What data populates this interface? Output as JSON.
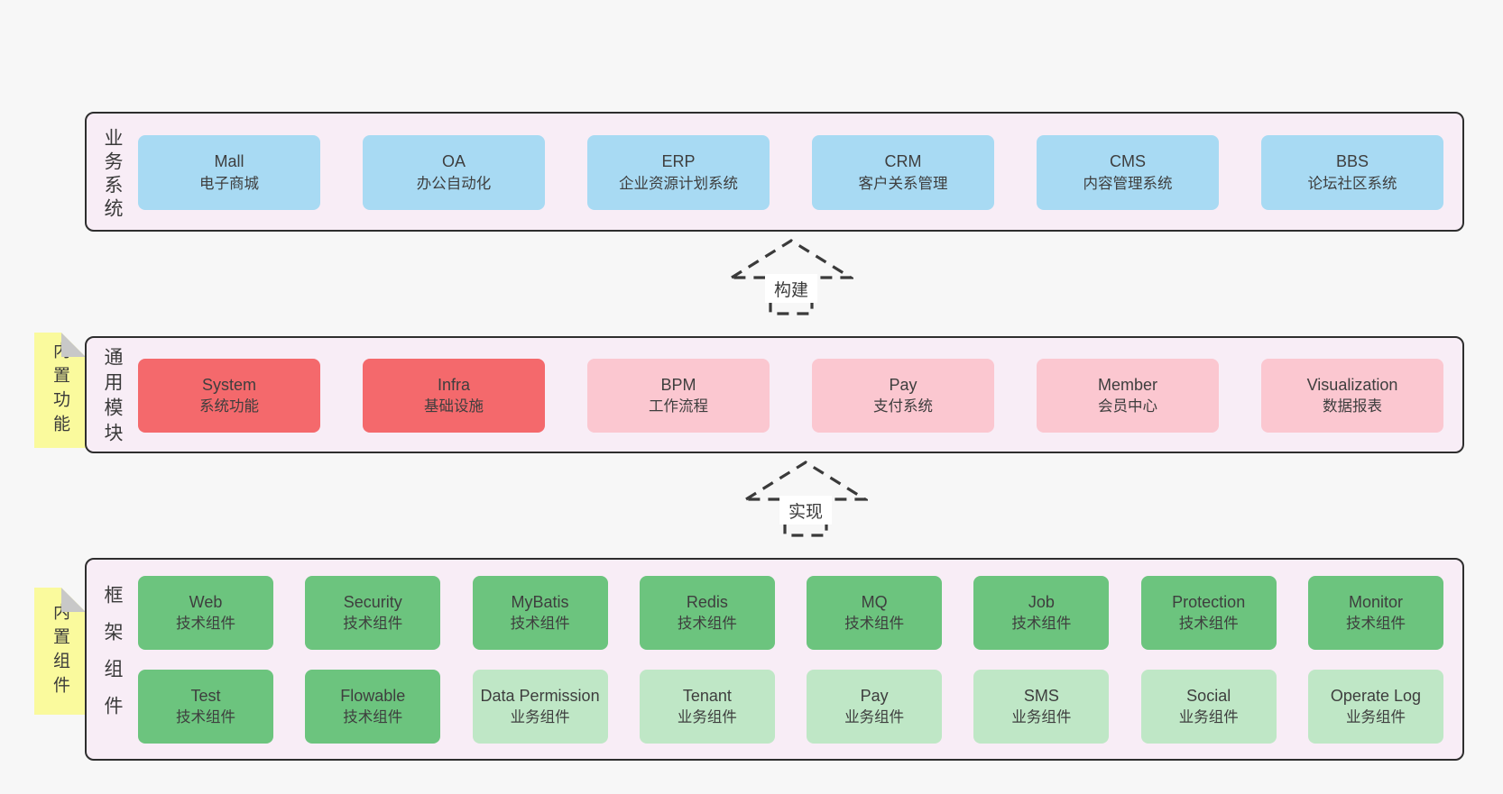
{
  "diagram": {
    "layers": {
      "business": {
        "side_label": "业务系统",
        "boxes": [
          {
            "name": "Mall",
            "desc": "电子商城"
          },
          {
            "name": "OA",
            "desc": "办公自动化"
          },
          {
            "name": "ERP",
            "desc": "企业资源计划系统"
          },
          {
            "name": "CRM",
            "desc": "客户关系管理"
          },
          {
            "name": "CMS",
            "desc": "内容管理系统"
          },
          {
            "name": "BBS",
            "desc": "论坛社区系统"
          }
        ]
      },
      "modules": {
        "side_label": "通用模块",
        "note_label": "内置功能",
        "boxes": [
          {
            "name": "System",
            "desc": "系统功能",
            "variant": "red"
          },
          {
            "name": "Infra",
            "desc": "基础设施",
            "variant": "red"
          },
          {
            "name": "BPM",
            "desc": "工作流程",
            "variant": "pink"
          },
          {
            "name": "Pay",
            "desc": "支付系统",
            "variant": "pink"
          },
          {
            "name": "Member",
            "desc": "会员中心",
            "variant": "pink"
          },
          {
            "name": "Visualization",
            "desc": "数据报表",
            "variant": "pink"
          }
        ]
      },
      "framework": {
        "side_label": "框架组件",
        "note_label": "内置组件",
        "row1": [
          {
            "name": "Web",
            "desc": "技术组件",
            "variant": "green-dark"
          },
          {
            "name": "Security",
            "desc": "技术组件",
            "variant": "green-dark"
          },
          {
            "name": "MyBatis",
            "desc": "技术组件",
            "variant": "green-dark"
          },
          {
            "name": "Redis",
            "desc": "技术组件",
            "variant": "green-dark"
          },
          {
            "name": "MQ",
            "desc": "技术组件",
            "variant": "green-dark"
          },
          {
            "name": "Job",
            "desc": "技术组件",
            "variant": "green-dark"
          },
          {
            "name": "Protection",
            "desc": "技术组件",
            "variant": "green-dark"
          },
          {
            "name": "Monitor",
            "desc": "技术组件",
            "variant": "green-dark"
          }
        ],
        "row2": [
          {
            "name": "Test",
            "desc": "技术组件",
            "variant": "green-dark"
          },
          {
            "name": "Flowable",
            "desc": "技术组件",
            "variant": "green-dark"
          },
          {
            "name": "Data Permission",
            "desc": "业务组件",
            "variant": "green-light"
          },
          {
            "name": "Tenant",
            "desc": "业务组件",
            "variant": "green-light"
          },
          {
            "name": "Pay",
            "desc": "业务组件",
            "variant": "green-light"
          },
          {
            "name": "SMS",
            "desc": "业务组件",
            "variant": "green-light"
          },
          {
            "name": "Social",
            "desc": "业务组件",
            "variant": "green-light"
          },
          {
            "name": "Operate Log",
            "desc": "业务组件",
            "variant": "green-light"
          }
        ]
      }
    },
    "arrows": [
      {
        "label": "构建"
      },
      {
        "label": "实现"
      }
    ],
    "colors": {
      "page_bg": "#f7f7f7",
      "container_bg": "#f8edf6",
      "container_border": "#2e2e2e",
      "blue": "#a8daf3",
      "red": "#f4696c",
      "pink": "#fbc7d0",
      "green_dark": "#6cc47e",
      "green_light": "#bfe7c6",
      "note_yellow": "#fafa9d",
      "note_fold_gray": "#c8c8c8",
      "arrow_outline": "#3a3a3a",
      "text": "#3e3e3e"
    }
  }
}
